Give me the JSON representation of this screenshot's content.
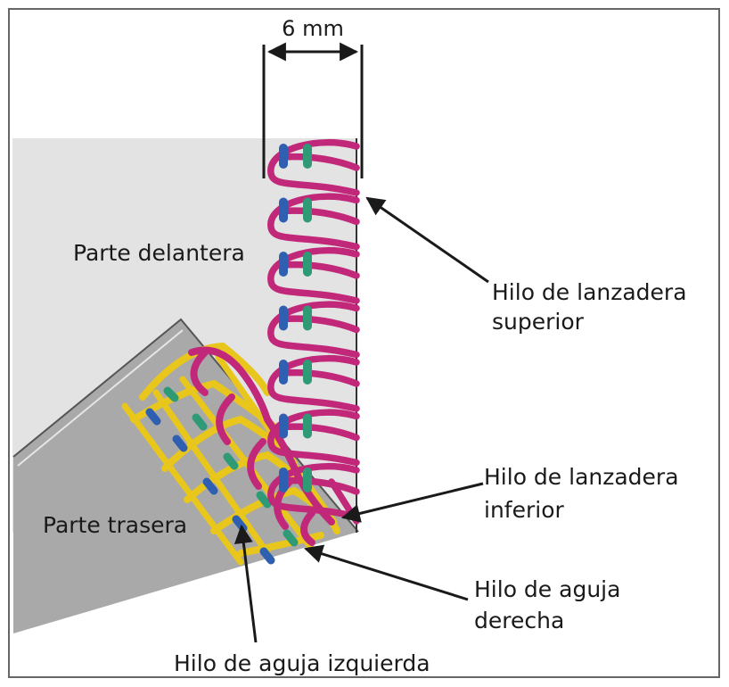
{
  "figure": {
    "measurement": "6 mm",
    "labels": {
      "front": "Parte delantera",
      "back": "Parte trasera",
      "upper_looper": [
        "Hilo de lanzadera",
        "superior"
      ],
      "lower_looper": [
        "Hilo de lanzadera",
        "inferior"
      ],
      "right_needle": [
        "Hilo de aguja",
        "derecha"
      ],
      "left_needle": "Hilo de aguja izquierda"
    },
    "colors": {
      "upper_looper": "#c2287a",
      "lower_looper": "#e8c61c",
      "left_needle": "#2f5fb0",
      "right_needle": "#2f9a76",
      "front_panel": "#e3e3e3",
      "back_panel": "#a9a9a9",
      "frame": "#666666"
    }
  }
}
